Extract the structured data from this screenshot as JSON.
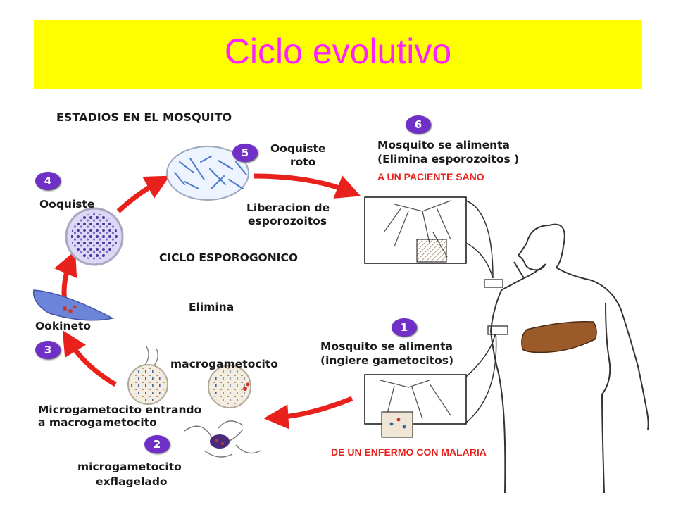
{
  "title": "Ciclo evolutivo",
  "header_left": "ESTADIOS EN EL MOSQUITO",
  "center_label": "CICLO ESPOROGONICO",
  "elimina_label": "Elimina",
  "stages": [
    {
      "num": "1",
      "line1": "Mosquito se alimenta",
      "line2": "(ingiere gametocitos)"
    },
    {
      "num": "2",
      "line1": "microgametocito",
      "line2": "exflagelado"
    },
    {
      "num": "3",
      "line1": "Ookineto"
    },
    {
      "num": "4",
      "line1": "Ooquiste"
    },
    {
      "num": "5",
      "line1": "Ooquiste",
      "line2": "roto"
    },
    {
      "num": "6",
      "line1": "Mosquito se alimenta",
      "line2": "(Elimina esporozoitos )"
    }
  ],
  "macrogametocito_label": "macrogametocito",
  "microgametocito_entrando": {
    "line1": "Microgametocito entrando",
    "line2": "a  macrogametocito"
  },
  "liberacion": {
    "line1": "Liberacion de",
    "line2": "esporozoitos"
  },
  "sano_note": "A UN PACIENTE SANO",
  "enfermo_note": "DE UN ENFERMO CON MALARIA",
  "colors": {
    "title_bg": "#ffff00",
    "title_text": "#ff22ff",
    "arrow": "#e8211c",
    "badge": "#7030c8",
    "note": "#e8211c",
    "liver": "#9b5a2a"
  }
}
